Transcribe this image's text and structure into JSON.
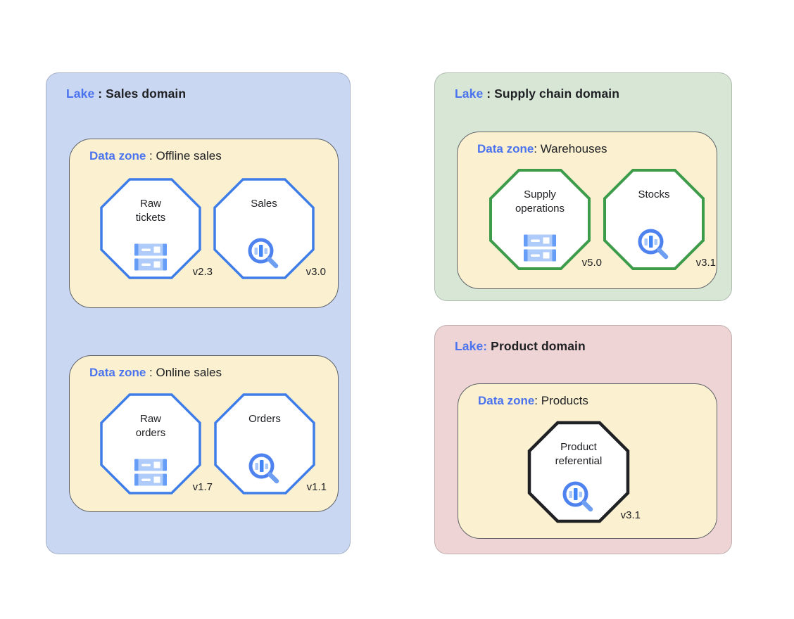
{
  "colors": {
    "lake_sales_bg": "#cad7f3",
    "lake_supply_bg": "#d7e6d5",
    "lake_product_bg": "#eed4d4",
    "zone_bg": "#fbf1d1",
    "zone_border": "#5f6368",
    "accent_blue_text": "#4b73ee",
    "octagon_blue_border": "#3e7de8",
    "octagon_green_border": "#3d9c49",
    "octagon_black_border": "#202124",
    "icon_blue_dark": "#4285f4",
    "icon_blue_light": "#aecbfa"
  },
  "lakes": [
    {
      "label_prefix": "Lake",
      "label_rest": " : Sales domain",
      "zones": [
        {
          "label_prefix": "Data zone",
          "label_rest": " : Offline sales",
          "assets": [
            {
              "name": "Raw tickets",
              "version": "v2.3",
              "icon": "storage-icon"
            },
            {
              "name": "Sales",
              "version": "v3.0",
              "icon": "search-insights-icon"
            }
          ]
        },
        {
          "label_prefix": "Data zone",
          "label_rest": " : Online sales",
          "assets": [
            {
              "name": "Raw orders",
              "version": "v1.7",
              "icon": "storage-icon"
            },
            {
              "name": "Orders",
              "version": "v1.1",
              "icon": "search-insights-icon"
            }
          ]
        }
      ]
    },
    {
      "label_prefix": "Lake",
      "label_rest": " : Supply chain domain",
      "zones": [
        {
          "label_prefix": "Data zone",
          "label_rest": ": Warehouses",
          "assets": [
            {
              "name": "Supply operations",
              "version": "v5.0",
              "icon": "storage-icon"
            },
            {
              "name": "Stocks",
              "version": "v3.1",
              "icon": "search-insights-icon"
            }
          ]
        }
      ]
    },
    {
      "label_prefix": "Lake:",
      "label_rest": " Product domain",
      "zones": [
        {
          "label_prefix": "Data zone",
          "label_rest": ": Products",
          "assets": [
            {
              "name": "Product referential",
              "version": "v3.1",
              "icon": "search-insights-icon"
            }
          ]
        }
      ]
    }
  ]
}
